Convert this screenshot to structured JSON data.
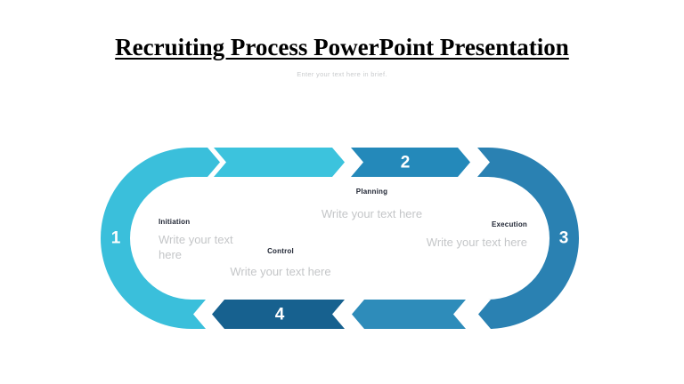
{
  "title": "Recruiting Process PowerPoint Presentation",
  "subtitle": "Enter your text here in brief.",
  "colors": {
    "step1_arc": "#3abfdb",
    "connector_top": "#3cc3dd",
    "step2_chevron": "#2489ba",
    "step3_arc": "#2a81b2",
    "connector_bottom": "#2e8cba",
    "step4_chevron": "#17618f",
    "number_text": "#ffffff",
    "label_text": "#1c2230",
    "placeholder_text": "#c4c6c8"
  },
  "steps": [
    {
      "number": "1",
      "label": "Initiation",
      "placeholder": "Write your text here"
    },
    {
      "number": "2",
      "label": "Planning",
      "placeholder": "Write your text here"
    },
    {
      "number": "3",
      "label": "Execution",
      "placeholder": "Write your text here"
    },
    {
      "number": "4",
      "label": "Control",
      "placeholder": "Write your text here"
    }
  ]
}
